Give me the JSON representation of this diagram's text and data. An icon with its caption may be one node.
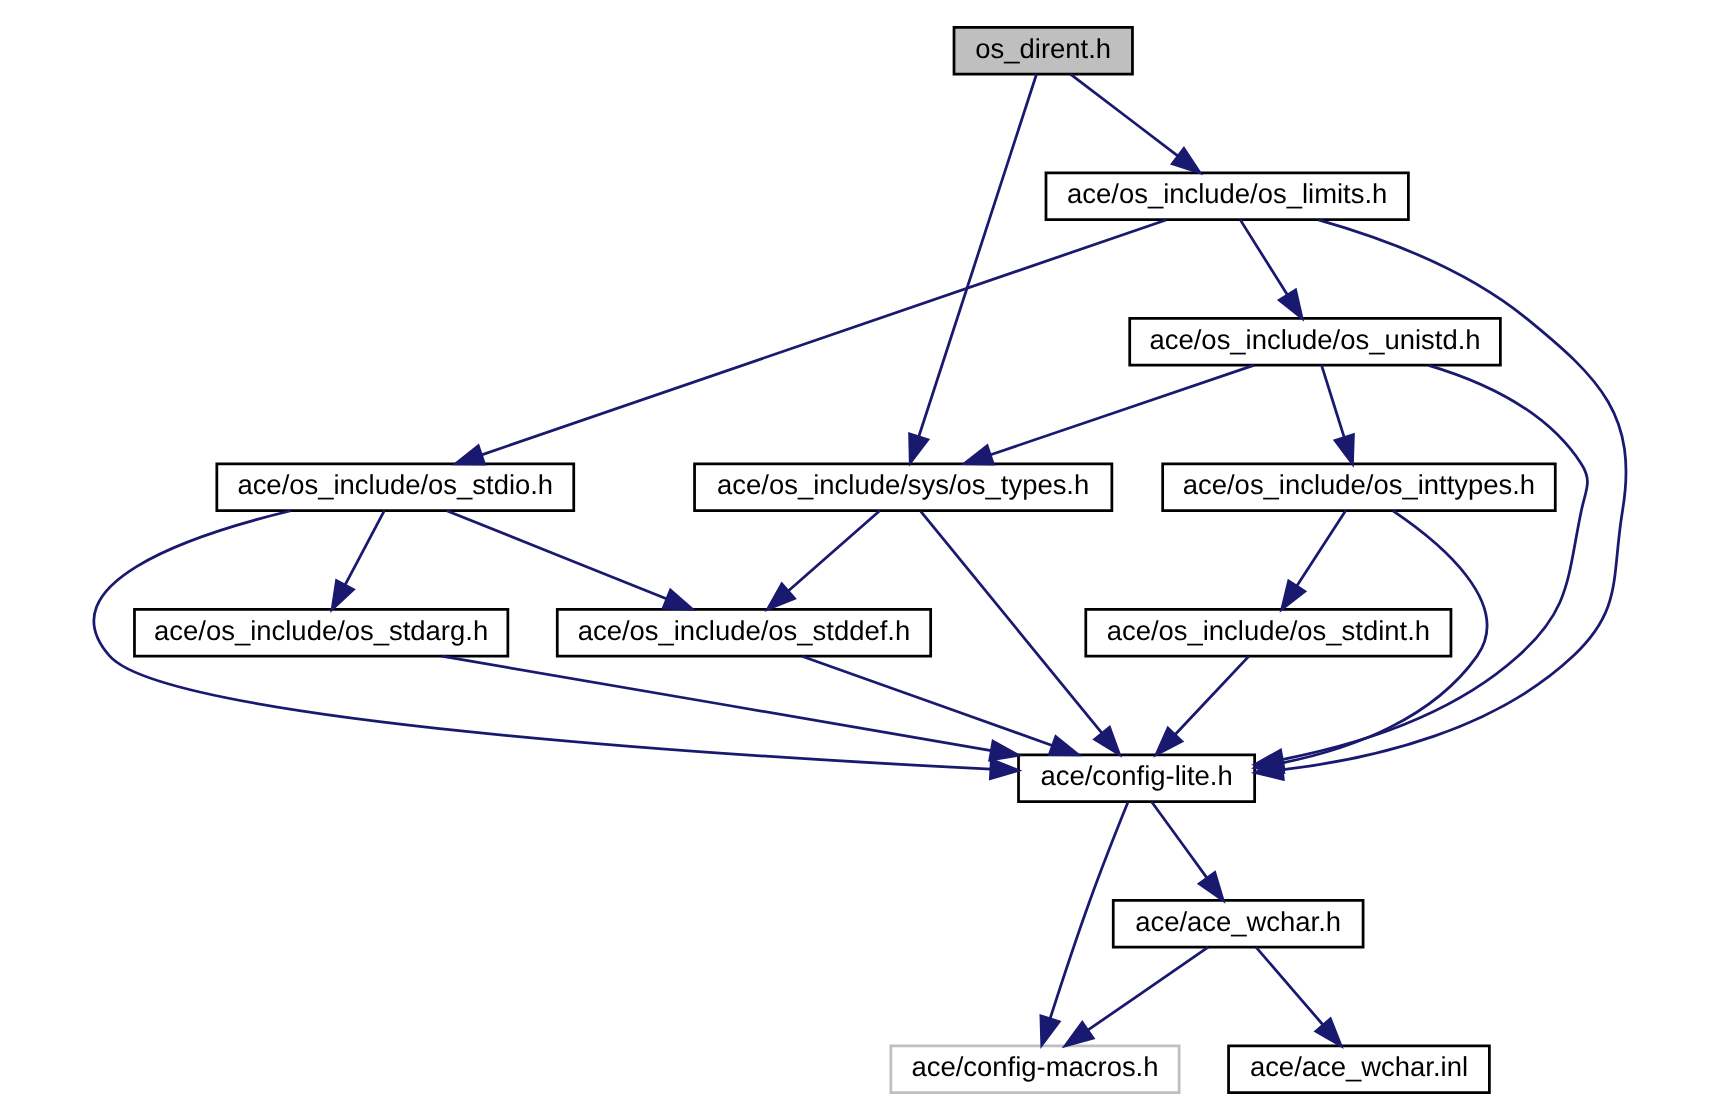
{
  "diagram": {
    "nodes": [
      {
        "text": [
          "os_dirent.h"
        ]
      },
      {
        "text": [
          "ace/os_include/os_limits.h"
        ]
      },
      {
        "text": [
          "ace/os_include/os_unistd.h"
        ]
      },
      {
        "text": [
          "ace/os_include/sys/os_types.h"
        ]
      },
      {
        "text": [
          "ace/os_include/os_stdio.h"
        ]
      },
      {
        "text": [
          "ace/os_include/os_inttypes.h"
        ]
      },
      {
        "text": [
          "ace/os_include/os_stddef.h"
        ]
      },
      {
        "text": [
          "ace/os_include/os_stdarg.h"
        ]
      },
      {
        "text": [
          "ace/os_include/os_stdint.h"
        ]
      },
      {
        "text": [
          "ace/config-lite.h"
        ]
      },
      {
        "text": [
          "ace/ace_wchar.h"
        ]
      },
      {
        "text": [
          "ace/config-macros.h"
        ]
      },
      {
        "text": [
          "ace/ace_wchar.inl"
        ]
      }
    ],
    "edges": [
      {
        "from": 0,
        "to": 1,
        "arrow": "to"
      },
      {
        "from": 0,
        "to": 3,
        "arrow": "to"
      },
      {
        "from": 1,
        "to": 4,
        "arrow": "to"
      },
      {
        "from": 1,
        "to": 9,
        "arrow": "to"
      },
      {
        "from": 1,
        "to": 2,
        "arrow": "to"
      },
      {
        "from": 2,
        "to": 3,
        "arrow": "to"
      },
      {
        "from": 2,
        "to": 9,
        "arrow": "to"
      },
      {
        "from": 2,
        "to": 5,
        "arrow": "to"
      },
      {
        "from": 3,
        "to": 6,
        "arrow": "to"
      },
      {
        "from": 3,
        "to": 9,
        "arrow": "to"
      },
      {
        "from": 4,
        "to": 6,
        "arrow": "to"
      },
      {
        "from": 4,
        "to": 9,
        "arrow": "to"
      },
      {
        "from": 4,
        "to": 7,
        "arrow": "to"
      },
      {
        "from": 5,
        "to": 9,
        "arrow": "to"
      },
      {
        "from": 5,
        "to": 8,
        "arrow": "to"
      },
      {
        "from": 6,
        "to": 9,
        "arrow": "to"
      },
      {
        "from": 7,
        "to": 9,
        "arrow": "to"
      },
      {
        "from": 8,
        "to": 9,
        "arrow": "to"
      },
      {
        "from": 9,
        "to": 11,
        "arrow": "to"
      },
      {
        "from": 9,
        "to": 10,
        "arrow": "to"
      },
      {
        "from": 10,
        "to": 11,
        "arrow": "to"
      },
      {
        "from": 10,
        "to": 12,
        "arrow": "to"
      }
    ]
  }
}
